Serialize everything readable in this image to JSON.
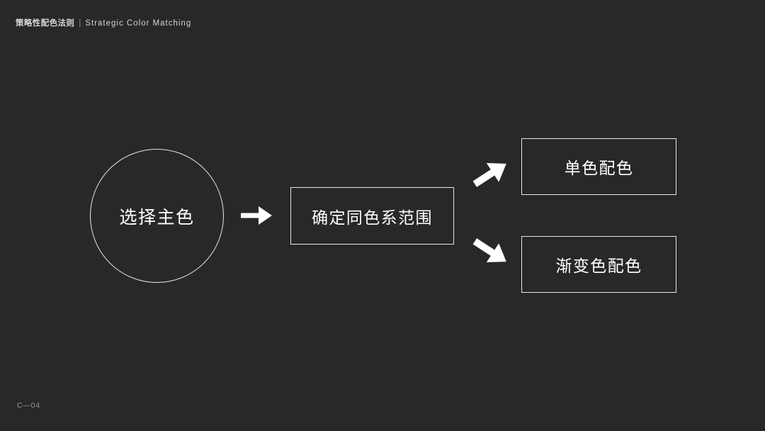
{
  "slide": {
    "background_color": "#282828",
    "stroke_color": "#e6e6e6",
    "text_color": "#ffffff",
    "header": {
      "title_cjk": "策略性配色法则",
      "separator": "|",
      "title_latin": "Strategic Color Matching"
    },
    "footer": {
      "page_code": "C—04"
    }
  },
  "diagram": {
    "type": "flow",
    "nodes": [
      {
        "id": "primary-color",
        "shape": "circle",
        "label": "选择主色"
      },
      {
        "id": "color-range",
        "shape": "rectangle",
        "label": "确定同色系范围"
      },
      {
        "id": "monochrome",
        "shape": "rectangle",
        "label": "单色配色"
      },
      {
        "id": "gradient",
        "shape": "rectangle",
        "label": "渐变色配色"
      }
    ],
    "connectors": [
      {
        "id": "main",
        "from": "primary-color",
        "to": "color-range",
        "icon": "arrow-right-icon"
      },
      {
        "id": "up",
        "from": "color-range",
        "to": "monochrome",
        "icon": "arrow-up-right-icon"
      },
      {
        "id": "down",
        "from": "color-range",
        "to": "gradient",
        "icon": "arrow-down-right-icon"
      }
    ]
  }
}
